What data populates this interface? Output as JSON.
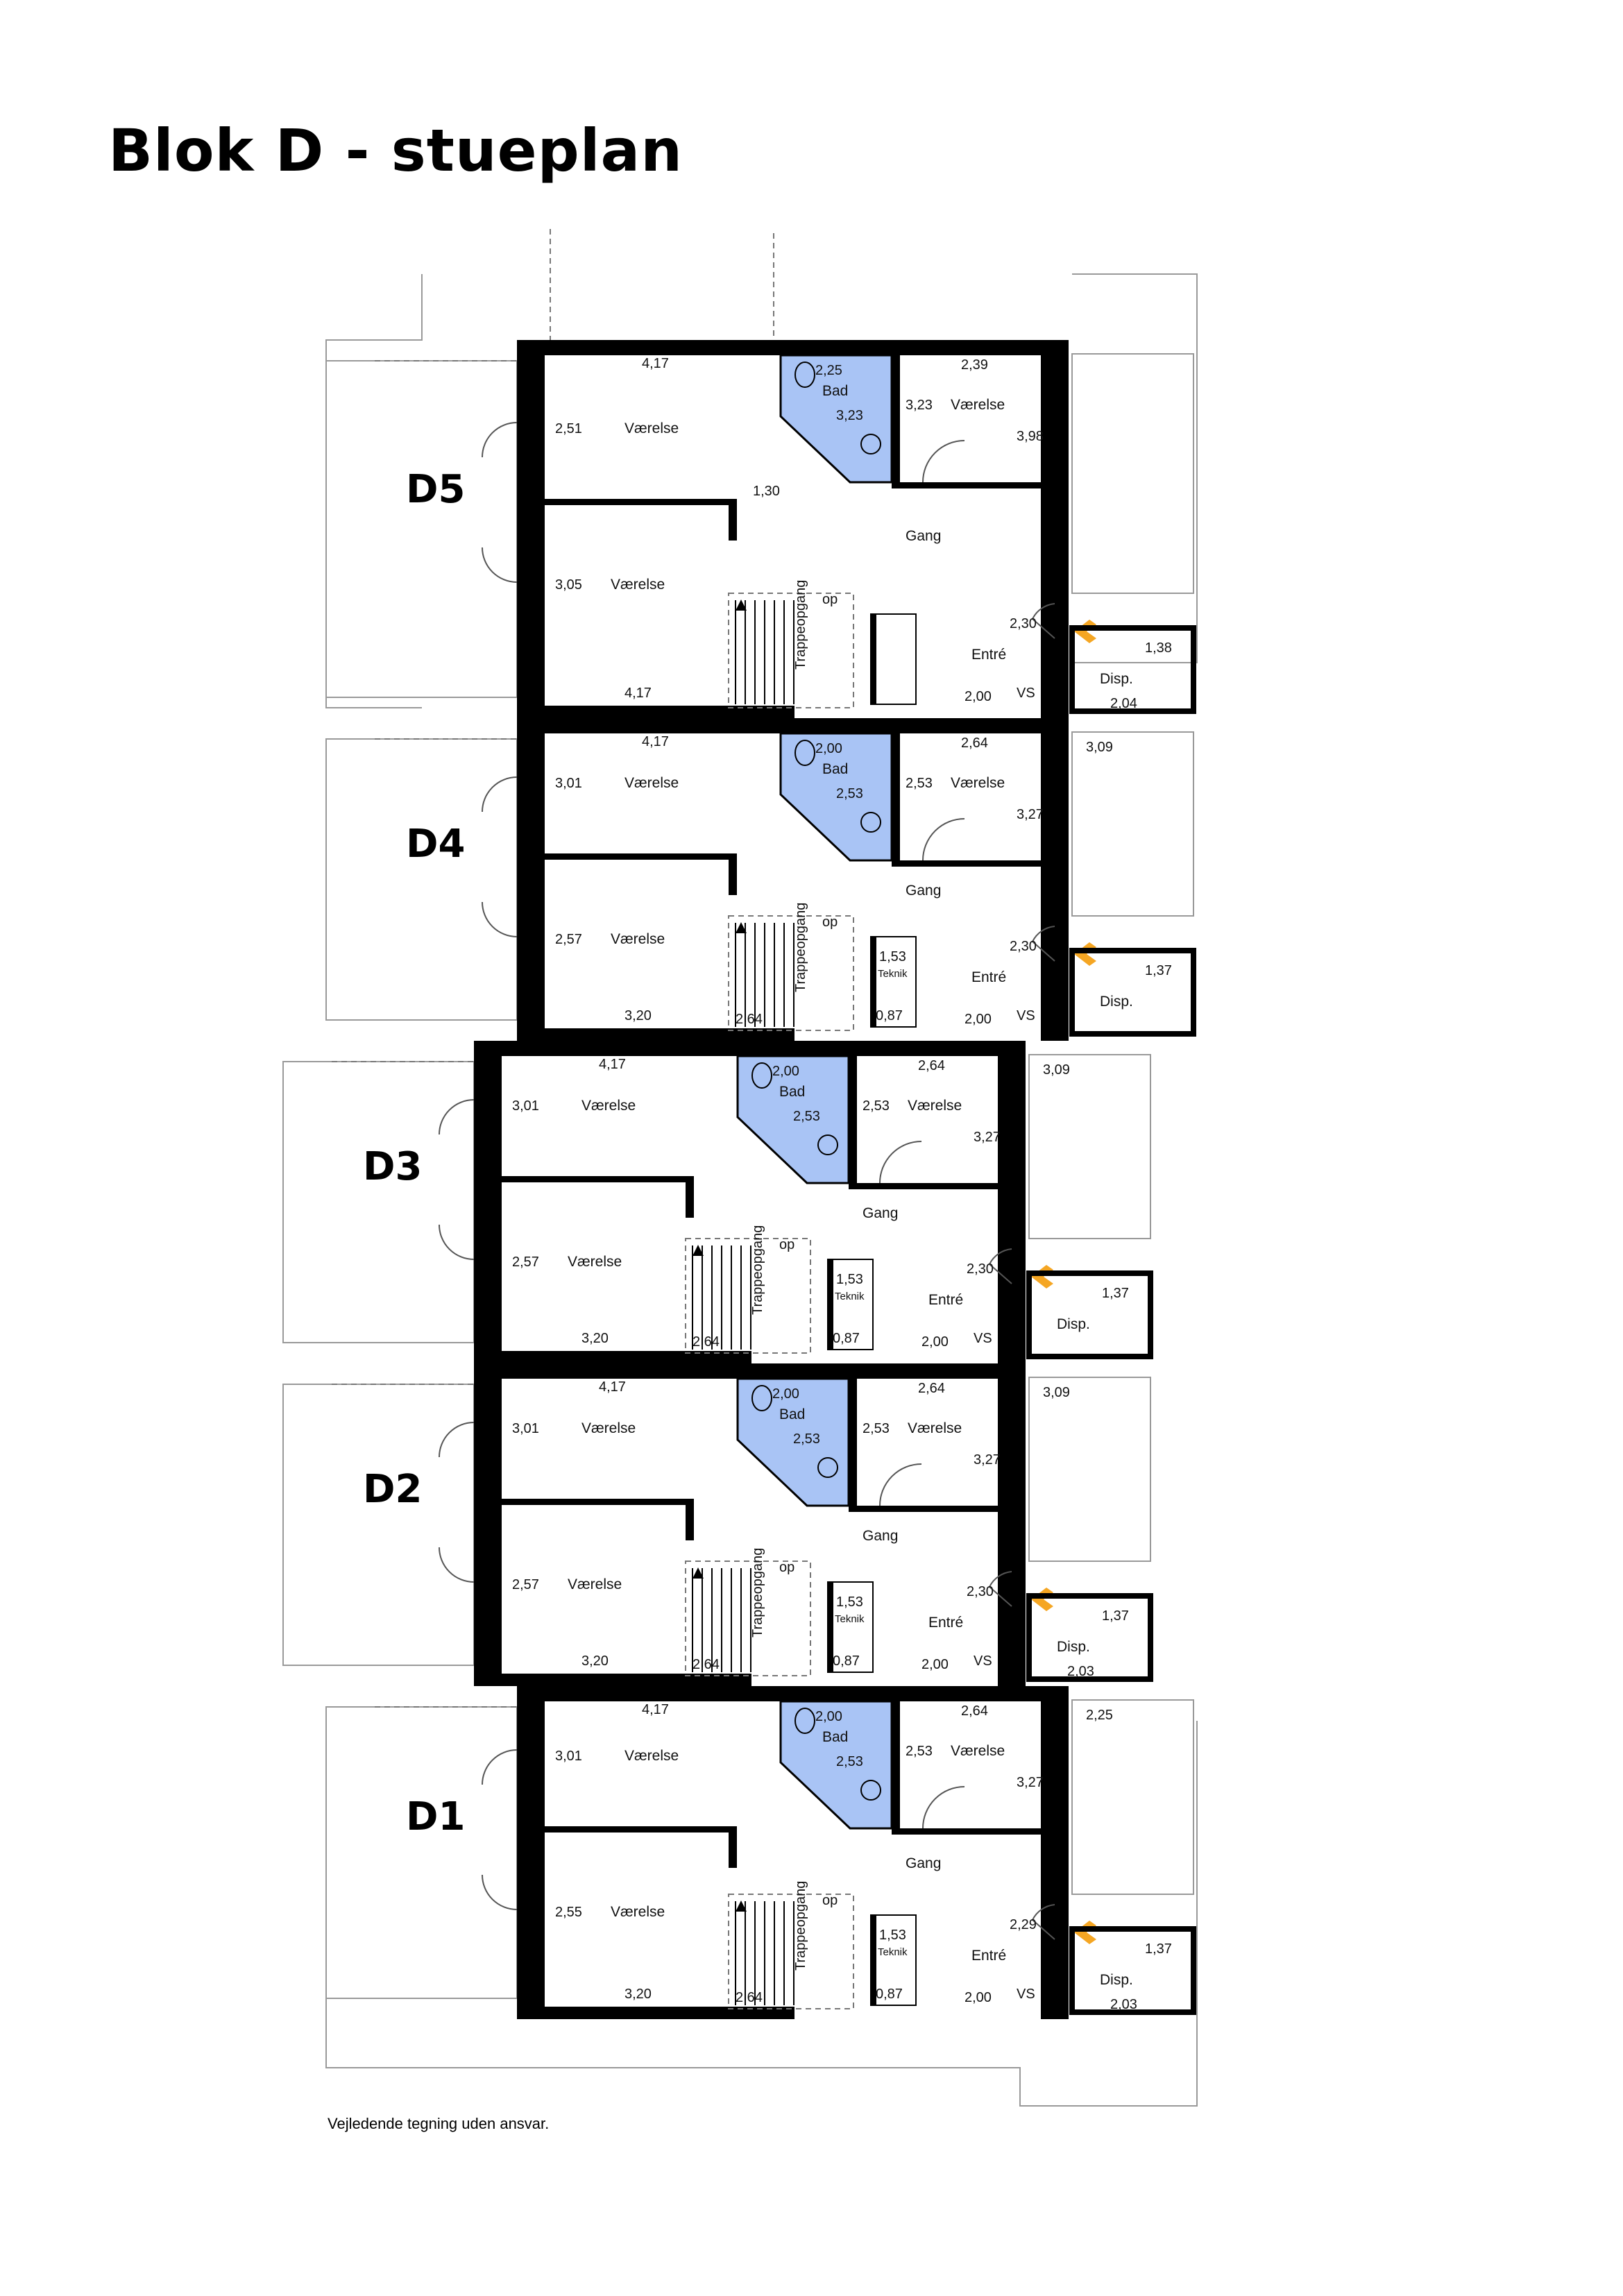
{
  "title": "Blok D - stueplan",
  "disclaimer": "Vejledende tegning uden ansvar.",
  "colors": {
    "bathroom": "#a9c4f5",
    "entrance_arrow": "#f5a623",
    "walls": "#000000"
  },
  "icons": [
    "entrance-arrow-icon",
    "toilet-icon",
    "sink-icon",
    "stair-arrow-icon"
  ],
  "units": [
    {
      "id": "D5",
      "labels": {
        "r1_width": "4,17",
        "r1_depth": "2,51",
        "r1_name": "Værelse",
        "r2_width": "4,17",
        "r2_depth": "3,05",
        "r2_name": "Værelse",
        "bath_name": "Bad",
        "bath_a": "2,25",
        "bath_b": "3,23",
        "hall": "1,30",
        "stair_name": "Trappeopgang",
        "stair_op": "op",
        "r3_name": "Værelse",
        "r3_w": "3,23",
        "r3_top": "2,39",
        "r3_right": "3,98",
        "gang": "Gang",
        "entre": "Entré",
        "entre_dim": "2,30",
        "entre_b": "2,00",
        "vs": "VS",
        "disp": "Disp.",
        "disp_a": "1,38",
        "disp_b": "2,04"
      }
    },
    {
      "id": "D4",
      "labels": {
        "r1_width": "4,17",
        "r1_depth": "3,01",
        "r1_name": "Værelse",
        "r2_width": "3,20",
        "r2_depth": "2,57",
        "r2_name": "Værelse",
        "bath_name": "Bad",
        "bath_a": "2,00",
        "bath_b": "2,53",
        "stair_name": "Trappeopgang",
        "stair_op": "op",
        "stair_w": "2,64",
        "teknik": "Teknik",
        "teknik_a": "1,53",
        "teknik_b": "0,87",
        "r3_name": "Værelse",
        "r3_w": "2,53",
        "r3_top": "2,64",
        "r3_right": "3,27",
        "gang": "Gang",
        "entre": "Entré",
        "entre_dim": "2,30",
        "entre_b": "2,00",
        "vs": "VS",
        "terrace": "3,09",
        "disp": "Disp.",
        "disp_a": "1,37"
      }
    },
    {
      "id": "D3",
      "labels": {
        "r1_width": "4,17",
        "r1_depth": "3,01",
        "r1_name": "Værelse",
        "r2_width": "3,20",
        "r2_depth": "2,57",
        "r2_name": "Værelse",
        "bath_name": "Bad",
        "bath_a": "2,00",
        "bath_b": "2,53",
        "stair_name": "Trappeopgang",
        "stair_op": "op",
        "stair_w": "2,64",
        "teknik": "Teknik",
        "teknik_a": "1,53",
        "teknik_b": "0,87",
        "r3_name": "Værelse",
        "r3_w": "2,53",
        "r3_top": "2,64",
        "r3_right": "3,27",
        "gang": "Gang",
        "entre": "Entré",
        "entre_dim": "2,30",
        "entre_b": "2,00",
        "vs": "VS",
        "terrace": "3,09",
        "disp": "Disp.",
        "disp_a": "1,37"
      }
    },
    {
      "id": "D2",
      "labels": {
        "r1_width": "4,17",
        "r1_depth": "3,01",
        "r1_name": "Værelse",
        "r2_width": "3,20",
        "r2_depth": "2,57",
        "r2_name": "Værelse",
        "bath_name": "Bad",
        "bath_a": "2,00",
        "bath_b": "2,53",
        "stair_name": "Trappeopgang",
        "stair_op": "op",
        "stair_w": "2,64",
        "teknik": "Teknik",
        "teknik_a": "1,53",
        "teknik_b": "0,87",
        "r3_name": "Værelse",
        "r3_w": "2,53",
        "r3_top": "2,64",
        "r3_right": "3,27",
        "gang": "Gang",
        "entre": "Entré",
        "entre_dim": "2,30",
        "entre_b": "2,00",
        "vs": "VS",
        "terrace": "3,09",
        "disp": "Disp.",
        "disp_a": "1,37",
        "disp_b": "2,03"
      }
    },
    {
      "id": "D1",
      "labels": {
        "r1_width": "4,17",
        "r1_depth": "3,01",
        "r1_name": "Værelse",
        "r2_width": "3,20",
        "r2_depth": "2,55",
        "r2_name": "Værelse",
        "bath_name": "Bad",
        "bath_a": "2,00",
        "bath_b": "2,53",
        "stair_name": "Trappeopgang",
        "stair_op": "op",
        "stair_w": "2,64",
        "teknik": "Teknik",
        "teknik_a": "1,53",
        "teknik_b": "0,87",
        "r3_name": "Værelse",
        "r3_w": "2,53",
        "r3_top": "2,64",
        "r3_right": "3,27",
        "gang": "Gang",
        "entre": "Entré",
        "entre_dim": "2,29",
        "entre_b": "2,00",
        "vs": "VS",
        "terrace": "2,25",
        "disp": "Disp.",
        "disp_a": "1,37",
        "disp_b": "2,03"
      }
    }
  ]
}
